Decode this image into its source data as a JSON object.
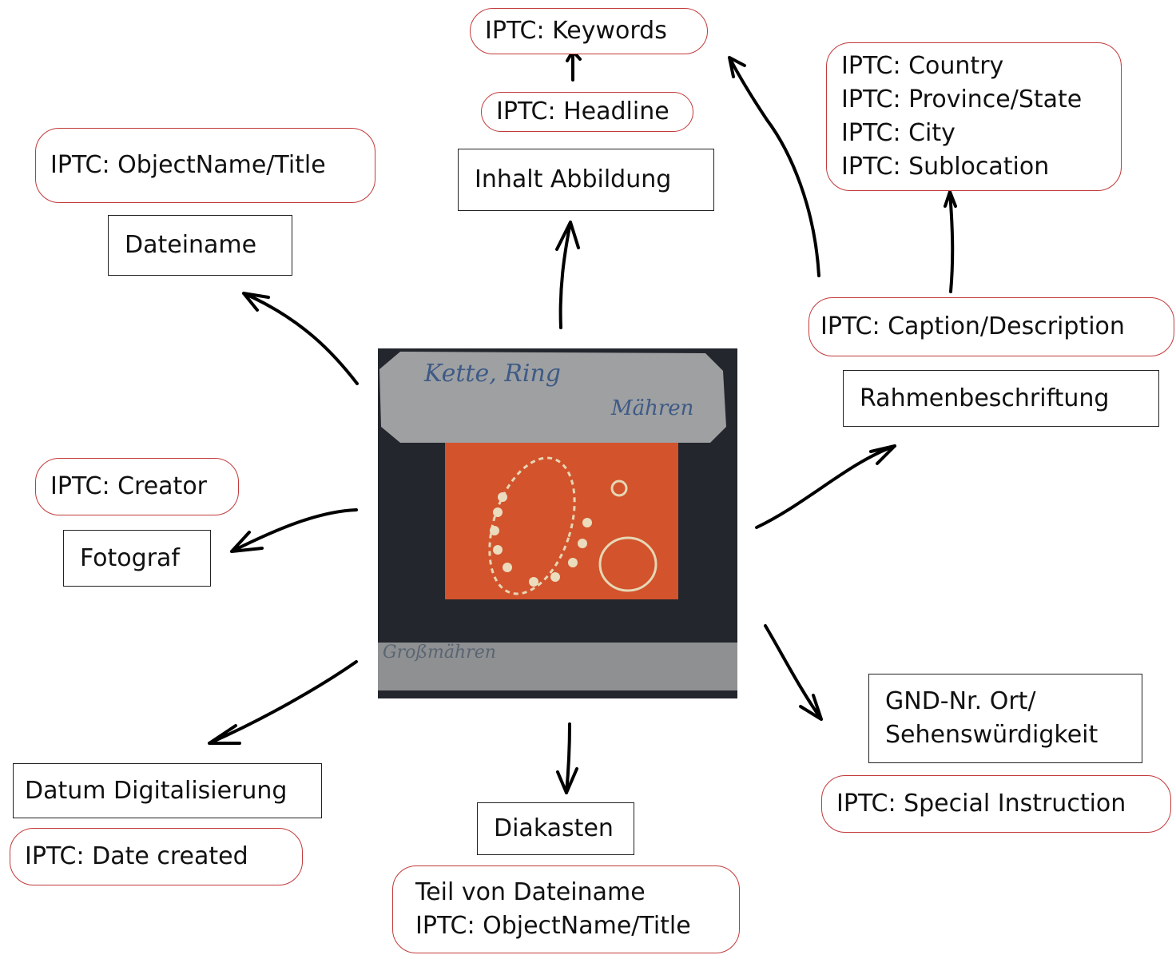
{
  "fields": {
    "dateiname": {
      "label": "Dateiname",
      "iptc": [
        "IPTC: ObjectName/Title"
      ]
    },
    "inhalt": {
      "label": "Inhalt Abbildung",
      "iptc": [
        "IPTC: Headline"
      ]
    },
    "keywords": {
      "iptc": [
        "IPTC: Keywords"
      ]
    },
    "location": {
      "iptc": [
        "IPTC: Country",
        "IPTC: Province/State",
        "IPTC: City",
        "IPTC: Sublocation"
      ]
    },
    "rahmen": {
      "label": "Rahmenbeschriftung",
      "iptc": [
        "IPTC: Caption/Description"
      ]
    },
    "fotograf": {
      "label": "Fotograf",
      "iptc": [
        "IPTC: Creator"
      ]
    },
    "gnd": {
      "label": [
        "GND-Nr. Ort/",
        "Sehenswürdigkeit"
      ],
      "iptc": [
        "IPTC: Special Instruction"
      ]
    },
    "datum": {
      "label": "Datum Digitalisierung",
      "iptc": [
        "IPTC: Date created"
      ]
    },
    "diakasten": {
      "label": "Diakasten",
      "iptc": [
        "Teil von Dateiname",
        "IPTC: ObjectName/Title"
      ]
    }
  },
  "slide": {
    "handwriting_top": "Kette, Ring",
    "handwriting_top_right": "Mähren",
    "handwriting_bottom": "Großmähren"
  },
  "colors": {
    "pill_border": "#c23a3a",
    "box_border": "#222222",
    "arrow": "#000000",
    "slide_frame": "#23262c",
    "slide_label": "#9ea0a2",
    "photo": "#d2532c"
  }
}
